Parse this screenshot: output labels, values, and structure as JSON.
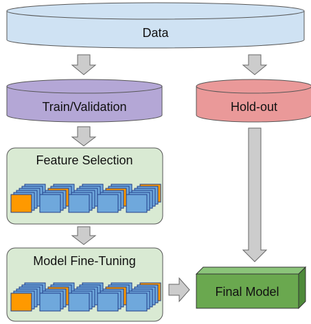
{
  "nodes": {
    "data": {
      "label": "Data",
      "fill": "#cfe2f3"
    },
    "train_validation": {
      "label": "Train/Validation",
      "fill": "#b4a7d6"
    },
    "holdout": {
      "label": "Hold-out",
      "fill": "#ea9999"
    },
    "feature_selection": {
      "label": "Feature Selection",
      "fill": "#d9ead3"
    },
    "model_fine_tuning": {
      "label": "Model Fine-Tuning",
      "fill": "#d9ead3"
    },
    "final_model": {
      "label": "Final Model",
      "fill": "#6aa84f"
    }
  },
  "colors": {
    "arrow": "#cccccc",
    "card_orange": "#ff9900",
    "card_blue": "#6fa8dc"
  }
}
